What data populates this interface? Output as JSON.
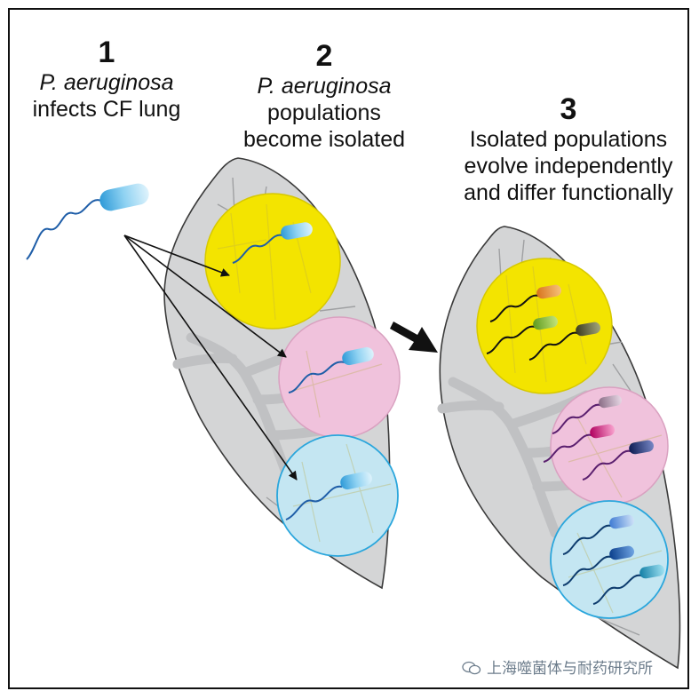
{
  "step1": {
    "number": "1",
    "lines": [
      "P. aeruginosa",
      "infects CF lung"
    ]
  },
  "step2": {
    "number": "2",
    "lines": [
      "P. aeruginosa",
      "populations",
      "become isolated"
    ]
  },
  "step3": {
    "number": "3",
    "lines": [
      "Isolated populations",
      "evolve independently",
      "and differ functionally"
    ]
  },
  "watermark": {
    "icon": "wechat-icon",
    "text": "上海噬菌体与耐药研究所"
  },
  "colors": {
    "lung_fill": "#d4d5d6",
    "lung_stroke": "#3a3a3a",
    "airway": "#bfc0c2",
    "region_yellow": "#f3e400",
    "region_pink": "#f0c2dc",
    "region_blue": "#c4e6f2",
    "bacterium_blue": "#5fbde8",
    "flagellum": "#1f5ea8"
  }
}
